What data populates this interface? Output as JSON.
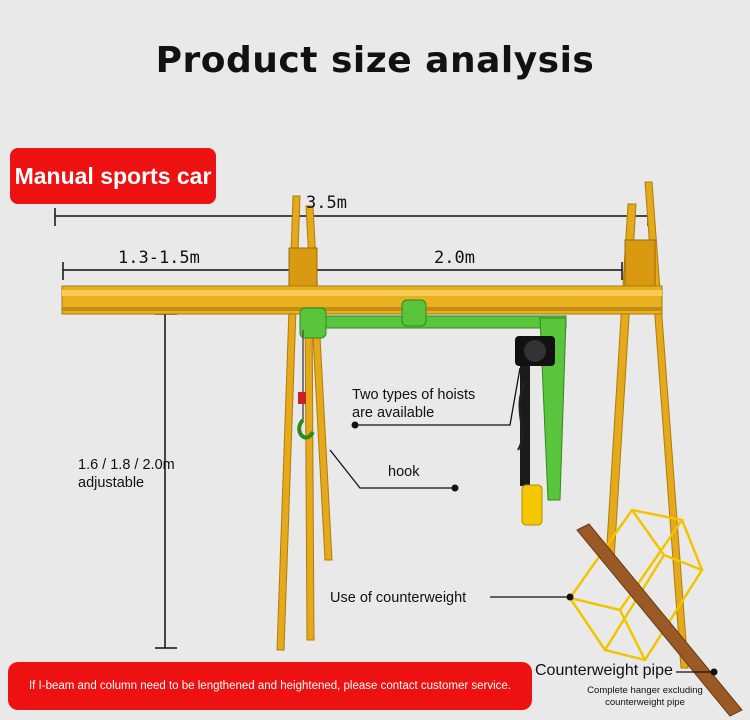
{
  "title": "Product size analysis",
  "badge": "Manual sports car",
  "dimensions": {
    "overall_width": "3.5m",
    "left_span": "1.3-1.5m",
    "right_span": "2.0m",
    "height": "1.6 / 1.8 / 2.0m\nadjustable"
  },
  "annotations": {
    "hoists": "Two types of hoists\nare available",
    "hook": "hook",
    "counterweight": "Use of counterweight",
    "counterweight_pipe": "Counterweight pipe",
    "hanger_note": "Complete hanger excluding\ncounterweight pipe"
  },
  "footer": "If I-beam and column need to be lengthened and heightened, please contact customer service.",
  "colors": {
    "frame": "#e5a91c",
    "hoist": "#5ac53c",
    "badge": "#e11111",
    "pipe": "#9b5a25"
  }
}
